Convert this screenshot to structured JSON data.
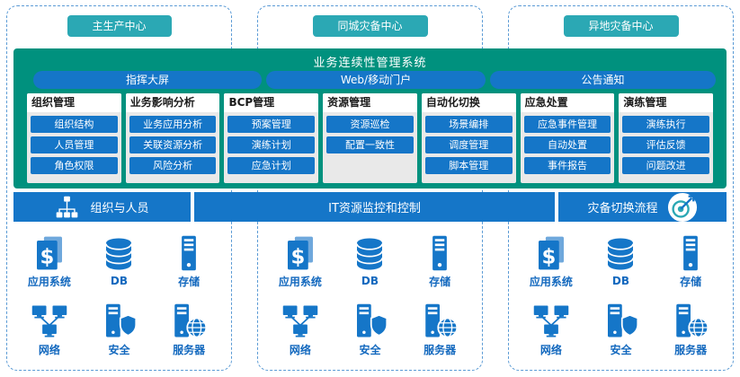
{
  "colors": {
    "teal_header": "#2BA8B4",
    "panel_green": "#00917E",
    "accent_blue": "#1576C8",
    "column_gray": "#E9E9E9",
    "dashed_border": "#5B9BD5",
    "resource_label_blue": "#1268BE"
  },
  "centers": [
    {
      "title": "主生产中心"
    },
    {
      "title": "同城灾备中心"
    },
    {
      "title": "异地灾备中心"
    }
  ],
  "system": {
    "title": "业务连续性管理系统",
    "portals": [
      {
        "label": "指挥大屏"
      },
      {
        "label": "Web/移动门户"
      },
      {
        "label": "公告通知"
      }
    ],
    "modules": [
      {
        "title": "组织管理",
        "items": [
          "组织结构",
          "人员管理",
          "角色权限"
        ]
      },
      {
        "title": "业务影响分析",
        "items": [
          "业务应用分析",
          "关联资源分析",
          "风险分析"
        ]
      },
      {
        "title": "BCP管理",
        "items": [
          "预案管理",
          "演练计划",
          "应急计划"
        ]
      },
      {
        "title": "资源管理",
        "items": [
          "资源巡检",
          "配置一致性"
        ]
      },
      {
        "title": "自动化切换",
        "items": [
          "场景编排",
          "调度管理",
          "脚本管理"
        ]
      },
      {
        "title": "应急处置",
        "items": [
          "应急事件管理",
          "自动处置",
          "事件报告"
        ]
      },
      {
        "title": "演练管理",
        "items": [
          "演练执行",
          "评估反馈",
          "问题改进"
        ]
      }
    ]
  },
  "bars": {
    "left": {
      "label": "组织与人员",
      "icon": "org-chart-icon"
    },
    "center": {
      "label": "IT资源监控和控制"
    },
    "right": {
      "label": "灾备切换流程",
      "icon": "target-arrow-icon"
    }
  },
  "resources": [
    {
      "label": "应用系统",
      "icon": "app-system-icon"
    },
    {
      "label": "DB",
      "icon": "database-icon"
    },
    {
      "label": "存储",
      "icon": "storage-icon"
    },
    {
      "label": "网络",
      "icon": "network-icon"
    },
    {
      "label": "安全",
      "icon": "security-icon"
    },
    {
      "label": "服务器",
      "icon": "server-icon"
    }
  ]
}
